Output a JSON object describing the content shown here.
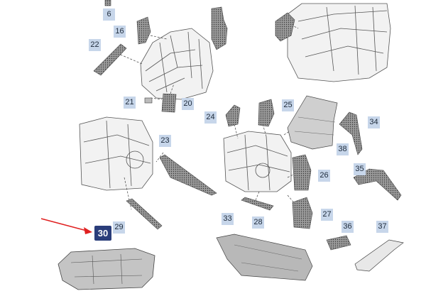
{
  "callouts": {
    "c6": "6",
    "c16": "16",
    "c22": "22",
    "c21": "21",
    "c20": "20",
    "c24": "24",
    "c25": "25",
    "c34": "34",
    "c23": "23",
    "c38": "38",
    "c26": "26",
    "c35": "35",
    "c29": "29",
    "c33": "33",
    "c28": "28",
    "c27": "27",
    "c36": "36",
    "c37": "37",
    "c30": "30"
  },
  "colors": {
    "callout_bg": "#c7d6ea",
    "highlight_bg": "#2a3d7a",
    "arrow": "#e02020",
    "part_fill": "#8a8a8a",
    "line": "#4a4a4a"
  }
}
